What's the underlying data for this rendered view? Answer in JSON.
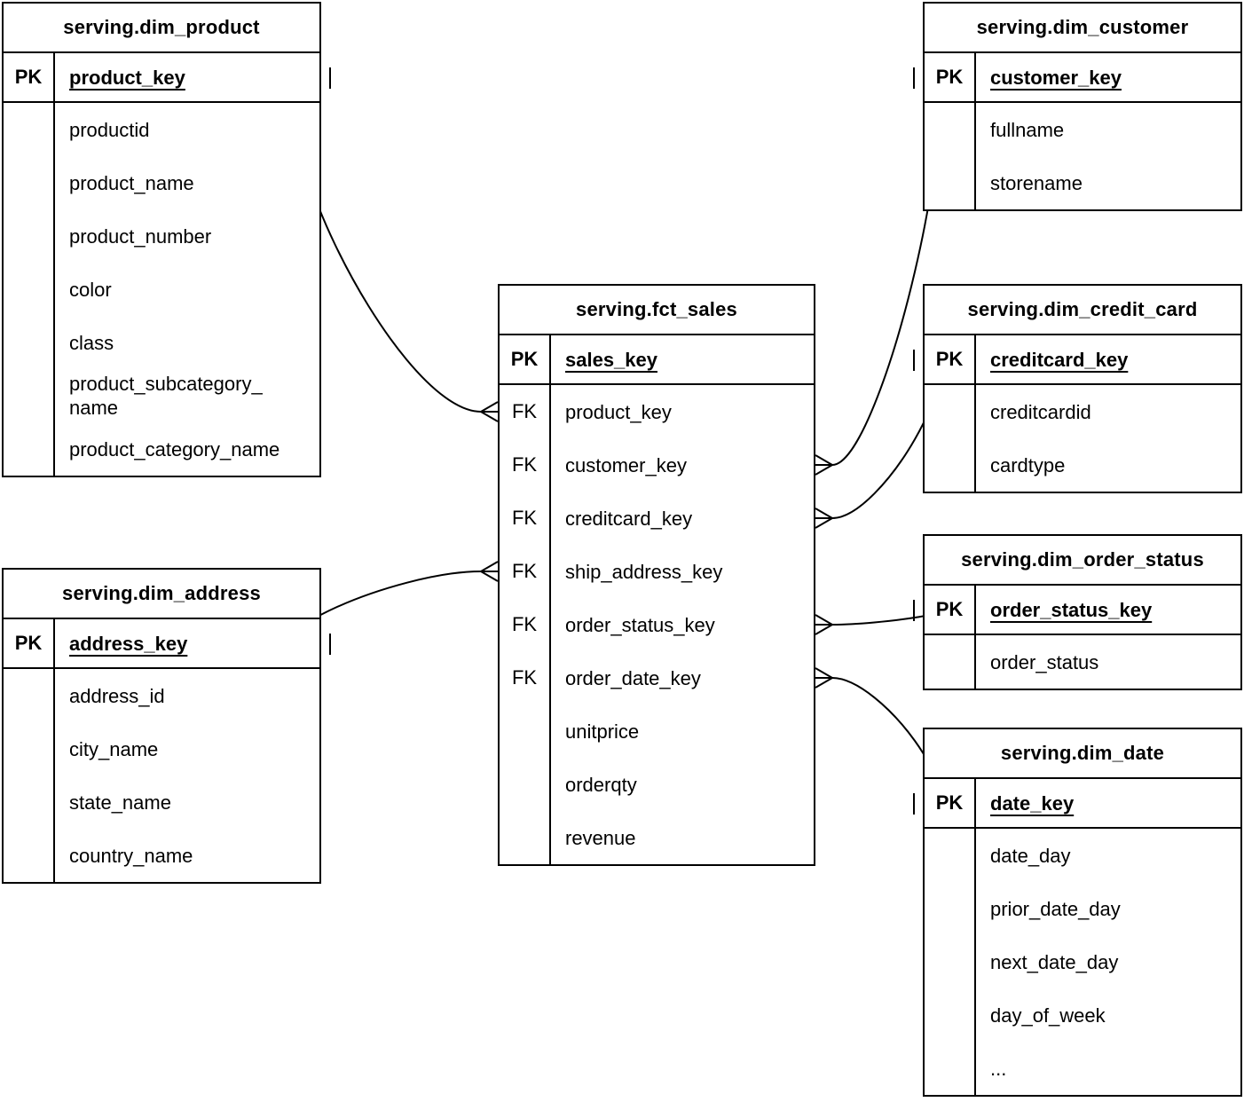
{
  "diagram": {
    "line_color": "#000000",
    "background_color": "#ffffff",
    "tables": [
      {
        "id": "dim_product",
        "title": "serving.dim_product",
        "rows": [
          {
            "key": "PK",
            "name": "product_key",
            "pk": true
          },
          {
            "key": "",
            "name": "productid"
          },
          {
            "key": "",
            "name": "product_name"
          },
          {
            "key": "",
            "name": "product_number"
          },
          {
            "key": "",
            "name": "color"
          },
          {
            "key": "",
            "name": "class"
          },
          {
            "key": "",
            "name": "product_subcategory_name",
            "display": "product_subcategory_\nname"
          },
          {
            "key": "",
            "name": "product_category_name"
          }
        ]
      },
      {
        "id": "dim_customer",
        "title": "serving.dim_customer",
        "rows": [
          {
            "key": "PK",
            "name": "customer_key",
            "pk": true
          },
          {
            "key": "",
            "name": "fullname"
          },
          {
            "key": "",
            "name": "storename"
          }
        ]
      },
      {
        "id": "fct_sales",
        "title": "serving.fct_sales",
        "rows": [
          {
            "key": "PK",
            "name": "sales_key",
            "pk": true
          },
          {
            "key": "FK",
            "name": "product_key"
          },
          {
            "key": "FK",
            "name": "customer_key"
          },
          {
            "key": "FK",
            "name": "creditcard_key"
          },
          {
            "key": "FK",
            "name": "ship_address_key"
          },
          {
            "key": "FK",
            "name": "order_status_key"
          },
          {
            "key": "FK",
            "name": "order_date_key"
          },
          {
            "key": "",
            "name": "unitprice"
          },
          {
            "key": "",
            "name": "orderqty"
          },
          {
            "key": "",
            "name": "revenue"
          }
        ]
      },
      {
        "id": "dim_credit_card",
        "title": "serving.dim_credit_card",
        "rows": [
          {
            "key": "PK",
            "name": "creditcard_key",
            "pk": true
          },
          {
            "key": "",
            "name": "creditcardid"
          },
          {
            "key": "",
            "name": "cardtype"
          }
        ]
      },
      {
        "id": "dim_order_status",
        "title": "serving.dim_order_status",
        "rows": [
          {
            "key": "PK",
            "name": "order_status_key",
            "pk": true
          },
          {
            "key": "",
            "name": "order_status"
          }
        ]
      },
      {
        "id": "dim_date",
        "title": "serving.dim_date",
        "rows": [
          {
            "key": "PK",
            "name": "date_key",
            "pk": true
          },
          {
            "key": "",
            "name": "date_day"
          },
          {
            "key": "",
            "name": "prior_date_day"
          },
          {
            "key": "",
            "name": "next_date_day"
          },
          {
            "key": "",
            "name": "day_of_week"
          },
          {
            "key": "",
            "name": "..."
          }
        ]
      },
      {
        "id": "dim_address",
        "title": "serving.dim_address",
        "rows": [
          {
            "key": "PK",
            "name": "address_key",
            "pk": true
          },
          {
            "key": "",
            "name": "address_id"
          },
          {
            "key": "",
            "name": "city_name"
          },
          {
            "key": "",
            "name": "state_name"
          },
          {
            "key": "",
            "name": "country_name"
          }
        ]
      }
    ],
    "relationships": [
      {
        "from_table": "fct_sales",
        "from_field": "product_key",
        "from_cardinality": "many",
        "to_table": "dim_product",
        "to_field": "product_key",
        "to_cardinality": "one"
      },
      {
        "from_table": "fct_sales",
        "from_field": "customer_key",
        "from_cardinality": "many",
        "to_table": "dim_customer",
        "to_field": "customer_key",
        "to_cardinality": "one"
      },
      {
        "from_table": "fct_sales",
        "from_field": "creditcard_key",
        "from_cardinality": "many",
        "to_table": "dim_credit_card",
        "to_field": "creditcard_key",
        "to_cardinality": "one"
      },
      {
        "from_table": "fct_sales",
        "from_field": "ship_address_key",
        "from_cardinality": "many",
        "to_table": "dim_address",
        "to_field": "address_key",
        "to_cardinality": "one"
      },
      {
        "from_table": "fct_sales",
        "from_field": "order_status_key",
        "from_cardinality": "many",
        "to_table": "dim_order_status",
        "to_field": "order_status_key",
        "to_cardinality": "one"
      },
      {
        "from_table": "fct_sales",
        "from_field": "order_date_key",
        "from_cardinality": "many",
        "to_table": "dim_date",
        "to_field": "date_key",
        "to_cardinality": "one"
      }
    ]
  }
}
